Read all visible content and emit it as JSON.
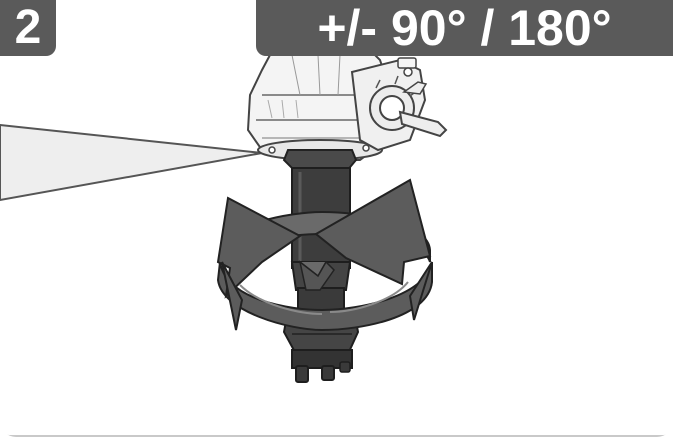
{
  "step": {
    "number": "2"
  },
  "rotation": {
    "label": "+/- 90° / 180°"
  },
  "colors": {
    "badge_background": "#5a5a5a",
    "badge_text": "#ffffff",
    "arrow_fill": "#5c5c5c",
    "device_body": "#f2f2f2",
    "column_dark": "#3a3a3a"
  },
  "icons": {
    "rotation_arrows": "rotation-arrows-icon",
    "callout": "callout-wedge"
  }
}
